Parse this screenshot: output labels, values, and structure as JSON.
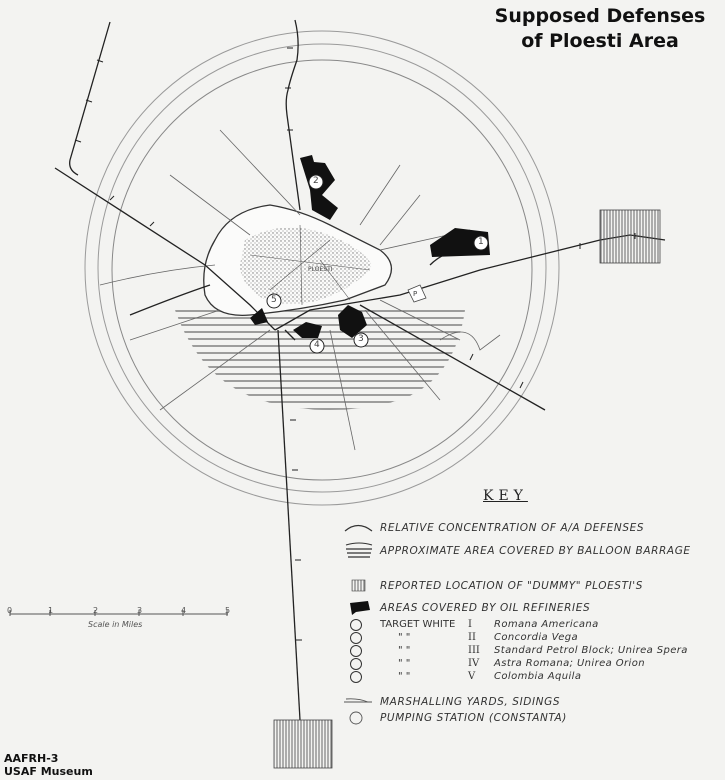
{
  "title": {
    "line1": "Supposed Defenses",
    "line2": "of Ploesti Area"
  },
  "credit": {
    "line1": "AAFRH-3",
    "line2": "USAF Museum"
  },
  "map": {
    "city_label": "PLOESTI",
    "pumping_station_marker": "P",
    "refinery_markers": [
      "1",
      "2",
      "3",
      "4",
      "5"
    ]
  },
  "scale": {
    "ticks": [
      "0",
      "1",
      "2",
      "3",
      "4",
      "5"
    ],
    "caption": "Scale in Miles"
  },
  "key": {
    "title": "KEY",
    "items": [
      {
        "icon": "aa-arc-icon",
        "label": "RELATIVE CONCENTRATION OF A/A DEFENSES"
      },
      {
        "icon": "balloon-hatch-icon",
        "label": "APPROXIMATE AREA COVERED BY BALLOON BARRAGE"
      },
      {
        "icon": "dummy-hatch-icon",
        "label": "REPORTED LOCATION OF \"DUMMY\" PLOESTI'S"
      },
      {
        "icon": "refinery-fill-icon",
        "label": "AREAS COVERED BY OIL REFINERIES"
      }
    ],
    "targets": [
      {
        "num": "1",
        "prefix": "TARGET WHITE",
        "roman": "I",
        "name": "Romana Americana"
      },
      {
        "num": "2",
        "prefix": "\"     \"",
        "roman": "II",
        "name": "Concordia Vega"
      },
      {
        "num": "3",
        "prefix": "\"     \"",
        "roman": "III",
        "name": "Standard Petrol Block; Unirea Spera"
      },
      {
        "num": "4",
        "prefix": "\"     \"",
        "roman": "IV",
        "name": "Astra Romana; Unirea Orion"
      },
      {
        "num": "5",
        "prefix": "\"     \"",
        "roman": "V",
        "name": "Colombia Aquila"
      }
    ],
    "extra": [
      {
        "icon": "rail-yard-icon",
        "label": "MARSHALLING YARDS, SIDINGS"
      },
      {
        "icon": "pumping-station-icon",
        "label": "PUMPING STATION (CONSTANTA)"
      }
    ]
  },
  "colors": {
    "paper": "#f3f3f1",
    "ink": "#1a1a1a",
    "circle": "#9a9a9a",
    "hatch": "#7a7a7a"
  }
}
